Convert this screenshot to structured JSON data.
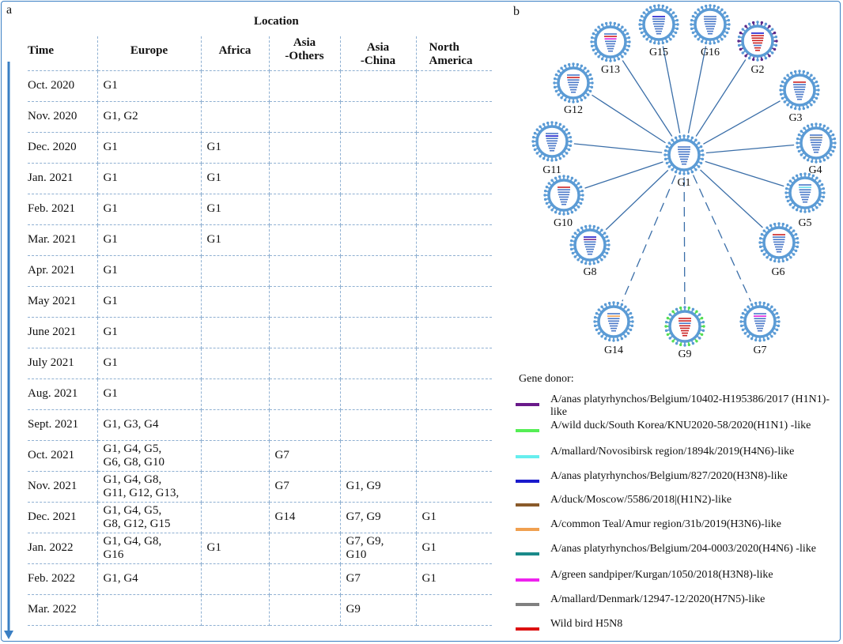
{
  "panel_a_letter": "a",
  "panel_b_letter": "b",
  "table": {
    "location_title": "Location",
    "headers": {
      "time": "Time",
      "europe": "Europe",
      "africa": "Africa",
      "asia_others_1": "Asia",
      "asia_others_2": "-Others",
      "asia_china_1": "Asia",
      "asia_china_2": "-China",
      "north_america_1": "North",
      "north_america_2": "America"
    },
    "rows": [
      {
        "time": "Oct. 2020",
        "europe": [
          "G1"
        ],
        "africa": "",
        "asia_others": "",
        "asia_china": [
          ""
        ],
        "north_america": ""
      },
      {
        "time": "Nov. 2020",
        "europe": [
          "G1, G2"
        ],
        "africa": "",
        "asia_others": "",
        "asia_china": [
          ""
        ],
        "north_america": ""
      },
      {
        "time": "Dec. 2020",
        "europe": [
          "G1"
        ],
        "africa": "G1",
        "asia_others": "",
        "asia_china": [
          ""
        ],
        "north_america": ""
      },
      {
        "time": "Jan. 2021",
        "europe": [
          "G1"
        ],
        "africa": "G1",
        "asia_others": "",
        "asia_china": [
          ""
        ],
        "north_america": ""
      },
      {
        "time": "Feb. 2021",
        "europe": [
          "G1"
        ],
        "africa": "G1",
        "asia_others": "",
        "asia_china": [
          ""
        ],
        "north_america": ""
      },
      {
        "time": "Mar. 2021",
        "europe": [
          "G1"
        ],
        "africa": "G1",
        "asia_others": "",
        "asia_china": [
          ""
        ],
        "north_america": ""
      },
      {
        "time": "Apr. 2021",
        "europe": [
          "G1"
        ],
        "africa": "",
        "asia_others": "",
        "asia_china": [
          ""
        ],
        "north_america": ""
      },
      {
        "time": "May 2021",
        "europe": [
          "G1"
        ],
        "africa": "",
        "asia_others": "",
        "asia_china": [
          ""
        ],
        "north_america": ""
      },
      {
        "time": "June 2021",
        "europe": [
          "G1"
        ],
        "africa": "",
        "asia_others": "",
        "asia_china": [
          ""
        ],
        "north_america": ""
      },
      {
        "time": "July 2021",
        "europe": [
          "G1"
        ],
        "africa": "",
        "asia_others": "",
        "asia_china": [
          ""
        ],
        "north_america": ""
      },
      {
        "time": "Aug. 2021",
        "europe": [
          "G1"
        ],
        "africa": "",
        "asia_others": "",
        "asia_china": [
          ""
        ],
        "north_america": ""
      },
      {
        "time": "Sept. 2021",
        "europe": [
          "G1, G3, G4"
        ],
        "africa": "",
        "asia_others": "",
        "asia_china": [
          ""
        ],
        "north_america": ""
      },
      {
        "time": "Oct. 2021",
        "europe": [
          "G1, G4, G5,",
          "G6, G8, G10"
        ],
        "africa": "",
        "asia_others": "G7",
        "asia_china": [
          ""
        ],
        "north_america": ""
      },
      {
        "time": "Nov. 2021",
        "europe": [
          "G1, G4, G8,",
          "G11, G12, G13,"
        ],
        "africa": "",
        "asia_others": "G7",
        "asia_china": [
          "G1, G9"
        ],
        "north_america": ""
      },
      {
        "time": "Dec. 2021",
        "europe": [
          "G1, G4, G5,",
          "G8, G12, G15"
        ],
        "africa": "",
        "asia_others": "G14",
        "asia_china": [
          "G7, G9"
        ],
        "north_america": "G1"
      },
      {
        "time": "Jan. 2022",
        "europe": [
          "G1, G4, G8,",
          "G16"
        ],
        "africa": "G1",
        "asia_others": "",
        "asia_china": [
          "G7, G9,",
          "G10"
        ],
        "north_america": "G1"
      },
      {
        "time": "Feb. 2022",
        "europe": [
          "G1, G4"
        ],
        "africa": "",
        "asia_others": "",
        "asia_china": [
          "G7"
        ],
        "north_america": "G1"
      },
      {
        "time": "Mar. 2022",
        "europe": [
          ""
        ],
        "africa": "",
        "asia_others": "",
        "asia_china": [
          "G9"
        ],
        "north_america": ""
      }
    ]
  },
  "diagram": {
    "center": {
      "label": "G1",
      "stripes": [
        "#4a78c8",
        "#4a78c8",
        "#4a78c8",
        "#4a78c8",
        "#4a78c8",
        "#4a78c8",
        "#4a78c8",
        "#4a78c8"
      ]
    },
    "nodes": [
      {
        "label": "G2",
        "line": "solid",
        "spikes": "#5a2a8a",
        "stripes": [
          "#1a1acc",
          "#cc2222",
          "#cc2222",
          "#cc2222",
          "#cc2222",
          "#4a78c8",
          "#cc2222",
          "#cc2222"
        ]
      },
      {
        "label": "G3",
        "line": "solid",
        "spikes": "",
        "stripes": [
          "#cc2222",
          "#4a78c8",
          "#4a78c8",
          "#4a78c8",
          "#4a78c8",
          "#4a78c8",
          "#4a78c8",
          "#4a78c8"
        ]
      },
      {
        "label": "G4",
        "line": "solid",
        "spikes": "",
        "stripes": [
          "#4a78c8",
          "#808080",
          "#4a78c8",
          "#4a78c8",
          "#4a78c8",
          "#4a78c8",
          "#4a78c8",
          "#4a78c8"
        ]
      },
      {
        "label": "G5",
        "line": "solid",
        "spikes": "",
        "stripes": [
          "#4a78c8",
          "#66ddee",
          "#4a78c8",
          "#4a78c8",
          "#4a78c8",
          "#4a78c8",
          "#4a78c8",
          "#4a78c8"
        ]
      },
      {
        "label": "G6",
        "line": "solid",
        "spikes": "",
        "stripes": [
          "#cc2222",
          "#4a78c8",
          "#4a78c8",
          "#4a78c8",
          "#4a78c8",
          "#4a78c8",
          "#4a78c8",
          "#4a78c8"
        ]
      },
      {
        "label": "G7",
        "line": "dashed",
        "spikes": "",
        "stripes": [
          "#4a78c8",
          "#dd22dd",
          "#4a78c8",
          "#4a78c8",
          "#4a78c8",
          "#4a78c8",
          "#4a78c8",
          "#4a78c8"
        ]
      },
      {
        "label": "G9",
        "line": "dashed",
        "spikes": "#55dd55",
        "stripes": [
          "#cc2222",
          "#cc2222",
          "#4a78c8",
          "#cc2222",
          "#cc2222",
          "#cc2222",
          "#cc2222",
          "#cc2222"
        ]
      },
      {
        "label": "G14",
        "line": "dashed",
        "spikes": "",
        "stripes": [
          "#4a78c8",
          "#f0a050",
          "#4a78c8",
          "#4a78c8",
          "#4a78c8",
          "#4a78c8",
          "#4a78c8",
          "#4a78c8"
        ]
      },
      {
        "label": "G8",
        "line": "solid",
        "spikes": "",
        "stripes": [
          "#1a1acc",
          "#7a2a8a",
          "#4a78c8",
          "#4a78c8",
          "#4a78c8",
          "#4a78c8",
          "#4a78c8",
          "#4a78c8"
        ]
      },
      {
        "label": "G10",
        "line": "solid",
        "spikes": "",
        "stripes": [
          "#cc2222",
          "#4a78c8",
          "#4a78c8",
          "#4a78c8",
          "#4a78c8",
          "#4a78c8",
          "#4a78c8",
          "#4a78c8"
        ]
      },
      {
        "label": "G11",
        "line": "solid",
        "spikes": "",
        "stripes": [
          "#4a78c8",
          "#1a1acc",
          "#4a78c8",
          "#4a78c8",
          "#4a78c8",
          "#4a78c8",
          "#4a78c8",
          "#4a78c8"
        ]
      },
      {
        "label": "G12",
        "line": "solid",
        "spikes": "",
        "stripes": [
          "#4a78c8",
          "#cc2222",
          "#4a78c8",
          "#4a78c8",
          "#4a78c8",
          "#4a78c8",
          "#4a78c8",
          "#4a78c8"
        ]
      },
      {
        "label": "G13",
        "line": "solid",
        "spikes": "",
        "stripes": [
          "#4a78c8",
          "#cc2222",
          "#dd22dd",
          "#4a78c8",
          "#4a78c8",
          "#4a78c8",
          "#4a78c8",
          "#4a78c8"
        ]
      },
      {
        "label": "G15",
        "line": "solid",
        "spikes": "",
        "stripes": [
          "#1a1acc",
          "#4a78c8",
          "#4a78c8",
          "#4a78c8",
          "#4a78c8",
          "#4a78c8",
          "#4a78c8",
          "#4a78c8"
        ]
      },
      {
        "label": "G16",
        "line": "solid",
        "spikes": "",
        "stripes": [
          "#4a78c8",
          "#4a78c8",
          "#4a78c8",
          "#4a78c8",
          "#4a78c8",
          "#4a78c8",
          "#4a78c8",
          "#4a78c8"
        ]
      }
    ]
  },
  "legend": {
    "title": "Gene donor:",
    "items": [
      {
        "color": "#6a1a8a",
        "text": "A/anas platyrhynchos/Belgium/10402-H195386/2017 (H1N1)-like"
      },
      {
        "color": "#55ee55",
        "text": "A/wild duck/South Korea/KNU2020-58/2020(H1N1) -like"
      },
      {
        "color": "#66eeee",
        "text": "A/mallard/Novosibirsk region/1894k/2019(H4N6)-like"
      },
      {
        "color": "#1a1acc",
        "text": "A/anas platyrhynchos/Belgium/827/2020(H3N8)-like"
      },
      {
        "color": "#8a5a2a",
        "text": "A/duck/Moscow/5586/2018|(H1N2)-like"
      },
      {
        "color": "#f0a050",
        "text": "A/common Teal/Amur region/31b/2019(H3N6)-like"
      },
      {
        "color": "#1a8a8a",
        "text": "A/anas platyrhynchos/Belgium/204-0003/2020(H4N6) -like"
      },
      {
        "color": "#ee22ee",
        "text": "A/green sandpiper/Kurgan/1050/2018(H3N8)-like"
      },
      {
        "color": "#808080",
        "text": "A/mallard/Denmark/12947-12/2020(H7N5)-like"
      },
      {
        "color": "#dd1111",
        "text": "Wild bird H5N8"
      }
    ]
  }
}
